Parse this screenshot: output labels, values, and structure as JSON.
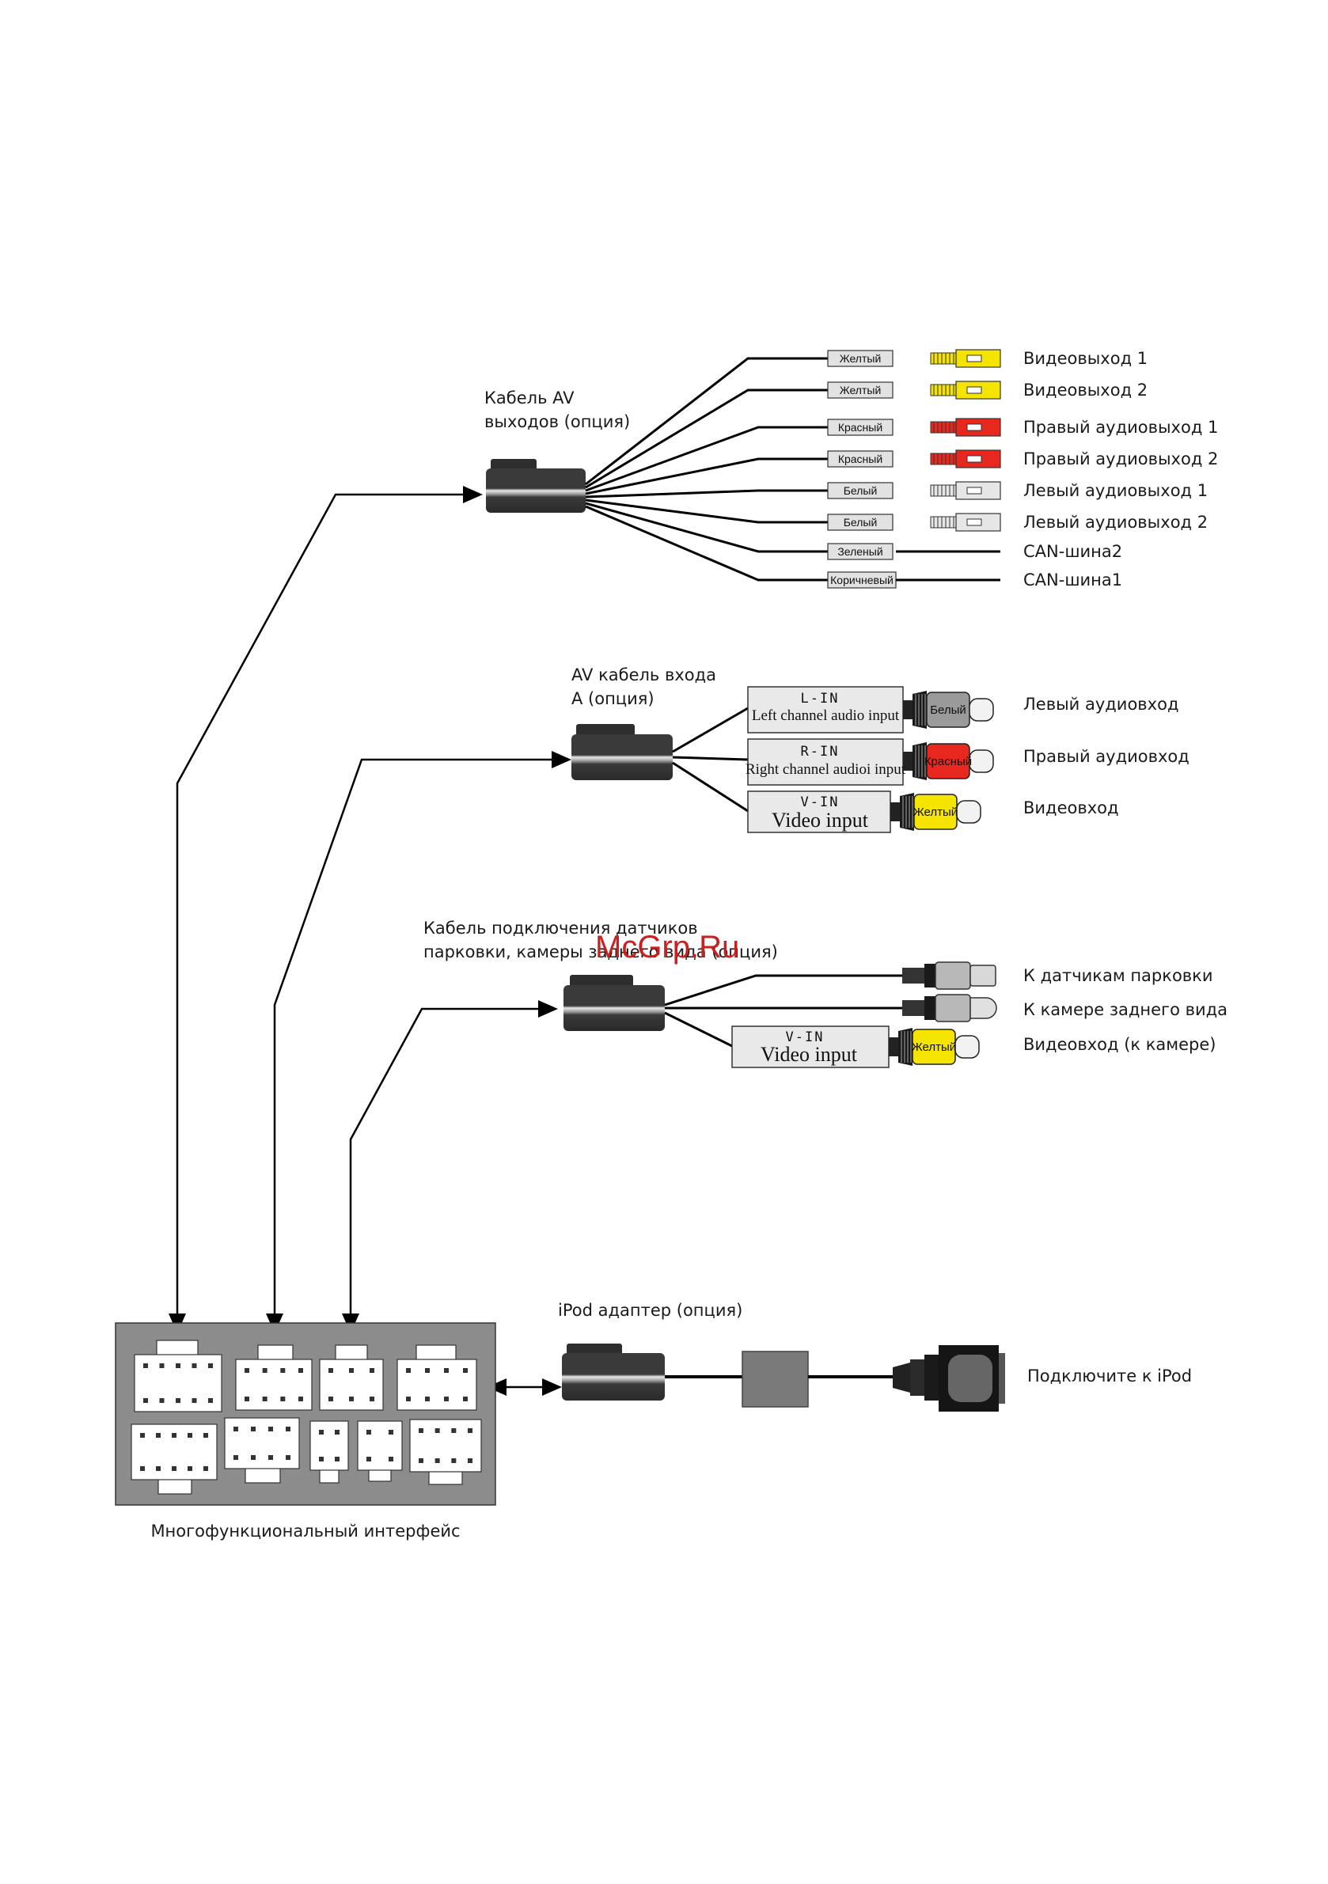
{
  "watermark": "McGrp.Ru",
  "av_output_cable": {
    "label_line1": "Кабель AV",
    "label_line2": "выходов (опция)",
    "wires": [
      {
        "tag": "Желтый",
        "color": "#f5e400",
        "output": "Видеовыход 1",
        "connector": "rca"
      },
      {
        "tag": "Желтый",
        "color": "#f5e400",
        "output": "Видеовыход 2",
        "connector": "rca"
      },
      {
        "tag": "Красный",
        "color": "#e8281e",
        "output": "Правый аудиовыход 1",
        "connector": "rca"
      },
      {
        "tag": "Красный",
        "color": "#e8281e",
        "output": "Правый аудиовыход 2",
        "connector": "rca"
      },
      {
        "tag": "Белый",
        "color": "#e6e6e6",
        "output": "Левый аудиовыход 1",
        "connector": "rca"
      },
      {
        "tag": "Белый",
        "color": "#e6e6e6",
        "output": "Левый аудиовыход 2",
        "connector": "rca"
      },
      {
        "tag": "Зеленый",
        "color": "#000000",
        "output": "CAN-шина2",
        "connector": "wire"
      },
      {
        "tag": "Коричневый",
        "color": "#000000",
        "output": "CAN-шина1",
        "connector": "wire"
      }
    ]
  },
  "av_input_cable": {
    "label_line1": "AV кабель входа",
    "label_line2": "A (опция)",
    "inputs": [
      {
        "box_code": "L-IN",
        "box_text": "Left channel audio input",
        "plug_tag": "Белый",
        "plug_color": "#9a9a9a",
        "label": "Левый аудиовход"
      },
      {
        "box_code": "R-IN",
        "box_text": "Right channel audioi input",
        "plug_tag": "Красный",
        "plug_color": "#e8281e",
        "label": "Правый аудиовход"
      },
      {
        "box_code": "V-IN",
        "box_text": "Video input",
        "plug_tag": "Желтый",
        "plug_color": "#f5e400",
        "label": "Видеовход"
      }
    ]
  },
  "sensor_cable": {
    "label_line1": "Кабель подключения датчиков",
    "label_line2": "парковки, камеры заднего вида (опция)",
    "outputs": [
      {
        "label": "К датчикам парковки"
      },
      {
        "label": "К камере заднего вида"
      },
      {
        "box_code": "V-IN",
        "box_text": "Video input",
        "plug_tag": "Желтый",
        "plug_color": "#f5e400",
        "label": "Видеовход (к камере)"
      }
    ]
  },
  "ipod_adapter": {
    "label": "iPod адаптер (опция)",
    "target": "Подключите к iPod"
  },
  "interface_box": {
    "label": "Многофункциональный интерфейс",
    "fill": "#8c8c8c"
  }
}
